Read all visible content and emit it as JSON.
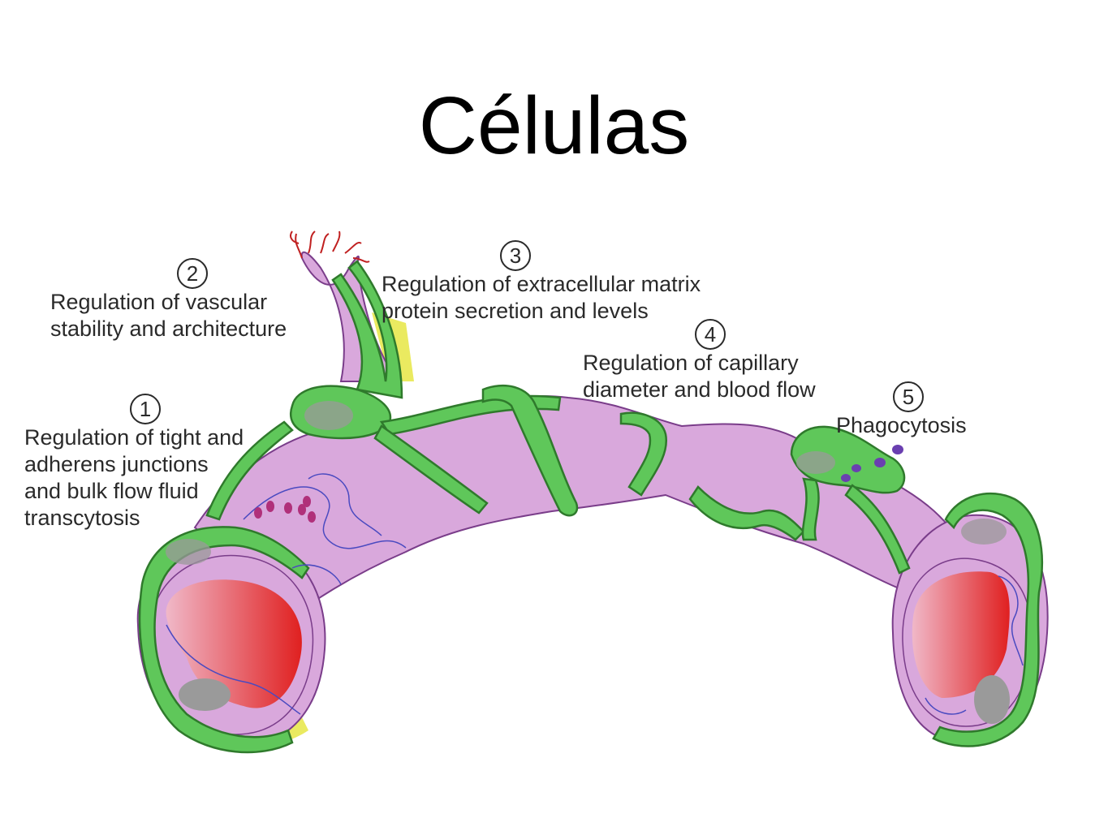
{
  "title": "Células",
  "annotations": [
    {
      "id": "a1",
      "number": "1",
      "lines": [
        "Regulation of tight and",
        "adherens junctions",
        "and bulk flow fluid",
        "transcytosis"
      ]
    },
    {
      "id": "a2",
      "number": "2",
      "lines": [
        "Regulation of vascular",
        "stability and architecture"
      ]
    },
    {
      "id": "a3",
      "number": "3",
      "lines": [
        "Regulation of extracellular matrix",
        "protein secretion and levels"
      ]
    },
    {
      "id": "a4",
      "number": "4",
      "lines": [
        "Regulation of capillary",
        "diameter and blood flow"
      ]
    },
    {
      "id": "a5",
      "number": "5",
      "lines": [
        "Phagocytosis"
      ]
    }
  ],
  "colors": {
    "vessel": "#d9a8dc",
    "vessel_outline": "#7a3d8a",
    "pericyte": "#5fc75a",
    "pericyte_outline": "#2f7a2c",
    "nucleus": "#9a9a9a",
    "lumen": "#e23030",
    "matrix": "#eaea60",
    "vesicle": "#b0307a",
    "phagosome": "#6a3fb0",
    "capillary_tip": "#c02020"
  }
}
